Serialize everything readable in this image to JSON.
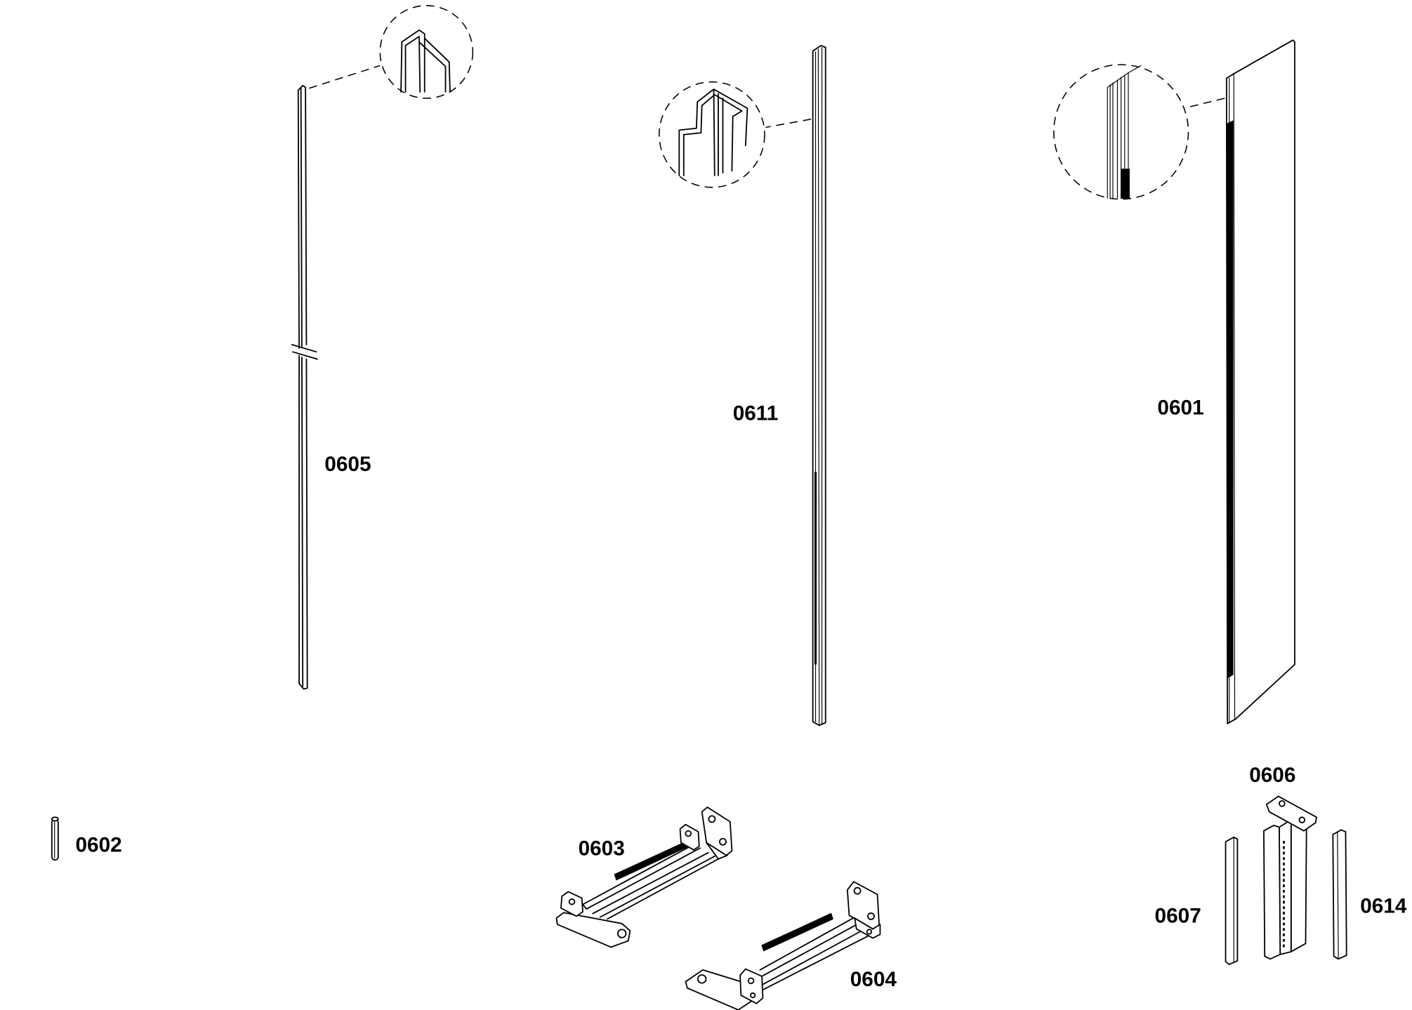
{
  "labels": {
    "p0605": "0605",
    "p0611": "0611",
    "p0601": "0601",
    "p0602": "0602",
    "p0603": "0603",
    "p0604": "0604",
    "p0606": "0606",
    "p0607": "0607",
    "p0614": "0614"
  },
  "colors": {
    "line": "#000000",
    "background": "#ffffff"
  }
}
